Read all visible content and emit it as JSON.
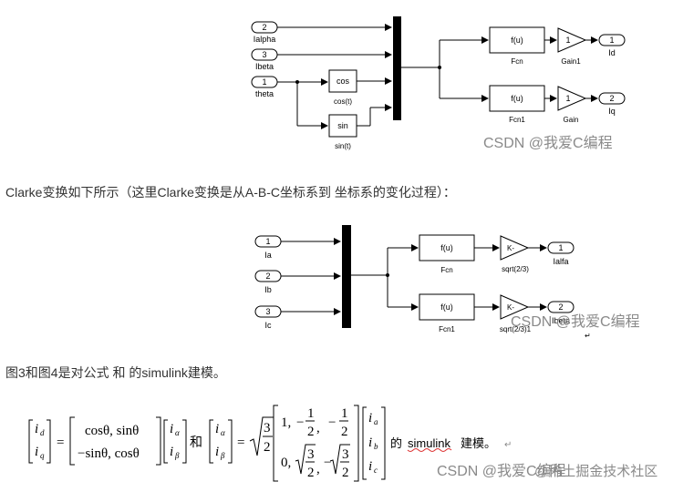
{
  "diagram1": {
    "inports": [
      {
        "num": "2",
        "label": "Ialpha"
      },
      {
        "num": "3",
        "label": "Ibeta"
      },
      {
        "num": "1",
        "label": "theta"
      }
    ],
    "cos_block": "cos",
    "cos_label": "cos(t)",
    "sin_block": "sin",
    "sin_label": "sin(t)",
    "fcn_block": "f(u)",
    "fcn_label": "Fcn",
    "fcn1_block": "f(u)",
    "fcn1_label": "Fcn1",
    "gain1_value": "1",
    "gain1_label": "Gain1",
    "gain_value": "1",
    "gain_label": "Gain",
    "outports": [
      {
        "num": "1",
        "label": "Id"
      },
      {
        "num": "2",
        "label": "Iq"
      }
    ]
  },
  "diagram2": {
    "inports": [
      {
        "num": "1",
        "label": "Ia"
      },
      {
        "num": "2",
        "label": "Ib"
      },
      {
        "num": "3",
        "label": "Ic"
      }
    ],
    "fcn_block": "f(u)",
    "fcn_label": "Fcn",
    "fcn1_block": "f(u)",
    "fcn1_label": "Fcn1",
    "gain_top_value": "K-",
    "gain_top_label": "sqrt(2/3)",
    "gain_bot_value": "K-",
    "gain_bot_label": "sqrt(2/3)1",
    "outports": [
      {
        "num": "1",
        "label": "Ialfa"
      },
      {
        "num": "2",
        "label": "Ibeta"
      }
    ]
  },
  "text": {
    "clarke_intro": "Clarke变换如下所示（这里Clarke变换是从A-B-C坐标系到 坐标系的变化过程）：",
    "figure_note": "图3和图4是对公式 和 的simulink建模。"
  },
  "formula": {
    "i": "i",
    "sub_d": "d",
    "sub_q": "q",
    "sub_alpha": "α",
    "sub_beta": "β",
    "sub_a": "a",
    "sub_b": "b",
    "sub_c": "c",
    "eq": "=",
    "row1": "cosθ, sinθ",
    "row2": "−sinθ, cosθ",
    "and": "和",
    "sqrt_num": "3",
    "sqrt_den": "2",
    "one_comma": "1,",
    "neg": "−",
    "half_num": "1",
    "half_den": "2",
    "comma": ",",
    "zero_comma": "0,",
    "three": "3",
    "two": "2",
    "tail_de": "的",
    "tail_simulink": "simulink",
    "tail_rest": "建模。",
    "return_mark": "↵"
  },
  "watermarks": {
    "w1": "CSDN @我爱C编程",
    "w2": "CSDN @我爱C编程",
    "w3": "CSDN @我爱C编程",
    "w4": "@稀土掘金技术社区"
  }
}
